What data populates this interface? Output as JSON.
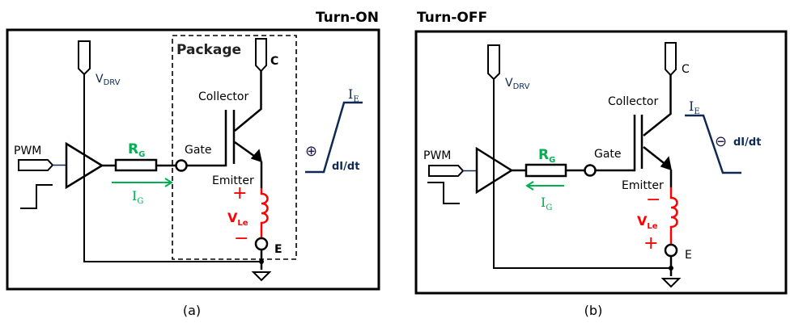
{
  "panels": [
    {
      "id": "a",
      "heading": "Turn-ON",
      "caption": "(a)",
      "package_label": "Package",
      "vdrv": {
        "main": "V",
        "sub": "DRV"
      },
      "pwm_label": "PWM",
      "rg": {
        "main": "R",
        "sub": "G"
      },
      "ig": {
        "main": "I",
        "sub": "G",
        "direction": "right"
      },
      "gate_label": "Gate",
      "collector_label": "Collector",
      "emitter_label": "Emitter",
      "c_terminal": "C",
      "e_terminal": "E",
      "vle": {
        "main": "V",
        "sub": "Le",
        "top_sign": "+",
        "bottom_sign": "−"
      },
      "ie": {
        "main": "I",
        "sub": "E",
        "slope": "rising"
      },
      "didt_sign": "⊕",
      "didt_label": "dI/dt",
      "pwm_step": "rising"
    },
    {
      "id": "b",
      "heading": "Turn-OFF",
      "caption": "(b)",
      "vdrv": {
        "main": "V",
        "sub": "DRV"
      },
      "pwm_label": "PWM",
      "rg": {
        "main": "R",
        "sub": "G"
      },
      "ig": {
        "main": "I",
        "sub": "G",
        "direction": "left"
      },
      "gate_label": "Gate",
      "collector_label": "Collector",
      "emitter_label": "Emitter",
      "c_terminal": "C",
      "e_terminal": "E",
      "vle": {
        "main": "V",
        "sub": "Le",
        "top_sign": "−",
        "bottom_sign": "+"
      },
      "ie": {
        "main": "I",
        "sub": "E",
        "slope": "falling"
      },
      "didt_sign": "⊖",
      "didt_label": "dI/dt",
      "pwm_step": "falling"
    }
  ],
  "colors": {
    "wire": "#000000",
    "gate_current": "#00b050",
    "inductor": "#ff0000",
    "waveform": "#0f2a52"
  }
}
